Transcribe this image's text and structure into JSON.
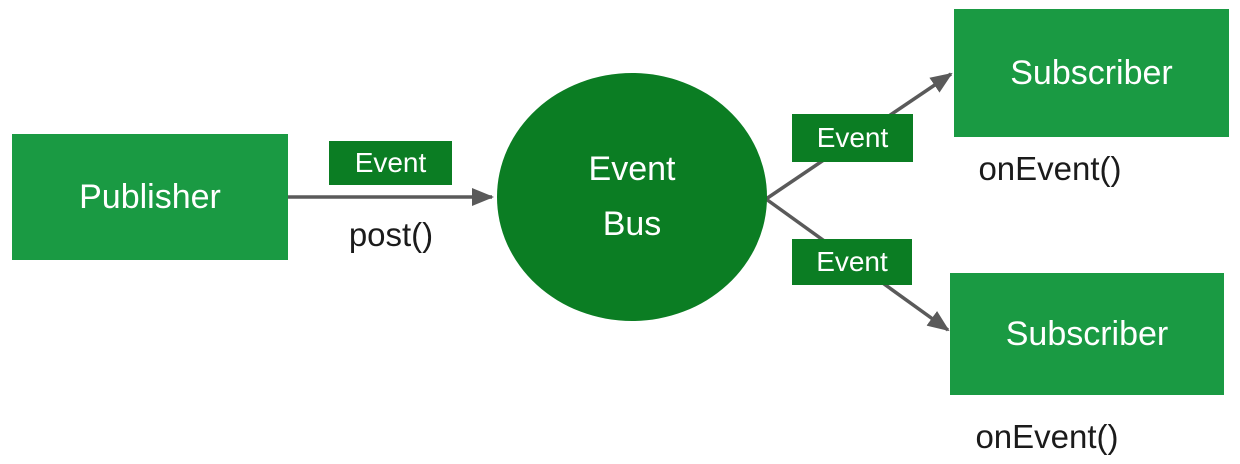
{
  "diagram": {
    "type": "event-bus-architecture",
    "nodes": {
      "publisher": {
        "label": "Publisher"
      },
      "event_bus": {
        "line1": "Event",
        "line2": "Bus"
      },
      "subscriber_top": {
        "label": "Subscriber",
        "method": "onEvent()"
      },
      "subscriber_bottom": {
        "label": "Subscriber",
        "method": "onEvent()"
      }
    },
    "edges": {
      "publish": {
        "label": "Event",
        "method": "post()"
      },
      "to_subscriber_top": {
        "label": "Event"
      },
      "to_subscriber_bottom": {
        "label": "Event"
      }
    },
    "colors": {
      "node_green": "#1a9a43",
      "accent_green": "#0b7d23",
      "arrow_gray": "#5a5a5a",
      "text_light": "#ffffff",
      "text_dark": "#1b1b1b",
      "background": "#ffffff"
    }
  }
}
